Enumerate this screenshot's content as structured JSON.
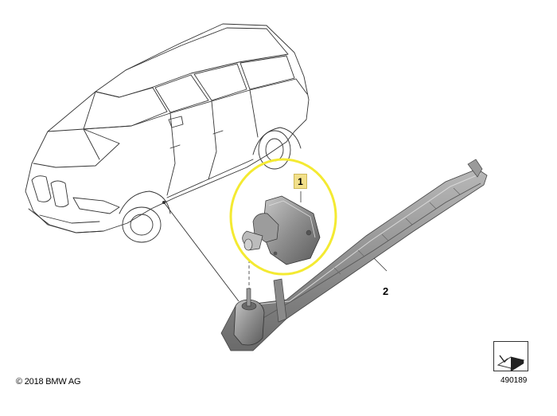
{
  "diagram": {
    "callouts": [
      {
        "number": "1",
        "highlighted": true
      },
      {
        "number": "2",
        "highlighted": false
      }
    ],
    "highlight_color": "#f4ea32",
    "copyright": "© 2018 BMW AG",
    "diagram_number": "490189"
  }
}
